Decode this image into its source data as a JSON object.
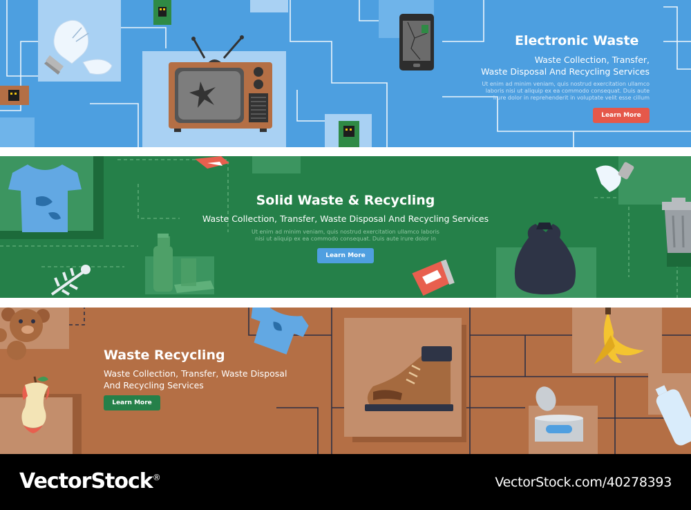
{
  "banners": [
    {
      "title": "Electronic Waste",
      "subtitle_line1": "Waste Collection, Transfer,",
      "subtitle_line2": "Waste Disposal And Recycling Services",
      "lorem_line1": "Ut enim ad minim veniam, quis nostrud exercitation ullamco",
      "lorem_line2": "laboris nisi ut aliquip ex ea commodo consequat. Duis aute",
      "lorem_line3": "irure dolor in reprehenderit in voluptate velit esse cillum",
      "button_label": "Learn More",
      "background": "#4d9fe0",
      "button_color": "#e5584a"
    },
    {
      "title": "Solid Waste & Recycling",
      "subtitle": "Waste Collection, Transfer, Waste Disposal And Recycling Services",
      "lorem_line1": "Ut enim ad minim veniam, quis nostrud exercitation ullamco laboris",
      "lorem_line2": "nisi ut aliquip ex ea commodo consequat. Duis aute irure dolor in",
      "button_label": "Learn More",
      "background": "#258049",
      "button_color": "#4f9fe0"
    },
    {
      "title": "Waste Recycling",
      "subtitle_line1": "Waste Collection, Transfer, Waste Disposal",
      "subtitle_line2": "And Recycling Services",
      "button_label": "Learn More",
      "background": "#b46f45",
      "button_color": "#258049"
    }
  ],
  "watermark": {
    "brand": "VectorStock",
    "registered": "®",
    "url": "VectorStock.com/40278393"
  },
  "icons": [
    "lightbulb-icon",
    "circuit-chip-icon",
    "old-tv-icon",
    "smartphone-icon",
    "tshirt-icon",
    "soda-can-icon",
    "fish-bone-icon",
    "glass-bottle-icon",
    "trash-bag-icon",
    "trash-can-icon",
    "teddy-bear-icon",
    "apple-core-icon",
    "boot-icon",
    "banana-peel-icon",
    "tin-can-icon",
    "plastic-bottle-icon"
  ]
}
